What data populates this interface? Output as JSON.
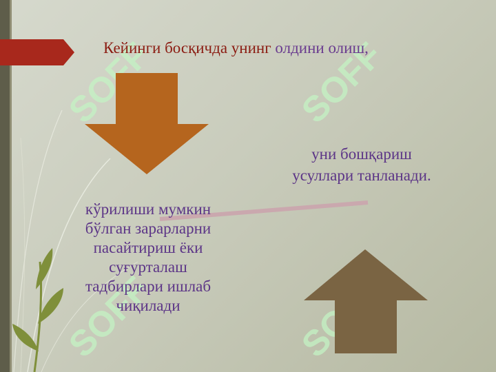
{
  "heading": {
    "highlight": "Кейинги босқичда унинг",
    "rest": " олдини олиш,"
  },
  "right_text": {
    "line1": "уни бошқариш",
    "line2": "усуллари танланади."
  },
  "left_text": {
    "line1": "кўрилиши мумкин",
    "line2": "бўлган зарарларни",
    "line3": "пасайтириш ёки",
    "line4": "суғурталаш",
    "line5": "тадбирлари ишлаб",
    "line6": "чиқилади"
  },
  "watermark_text": "SOFF",
  "colors": {
    "heading_highlight": "#8b1c12",
    "body_text": "#5c3587",
    "down_arrow": "#b5651e",
    "up_arrow": "#7a6443",
    "pointer_tab": "#a8281c",
    "watermark": "#c4f3c4"
  }
}
